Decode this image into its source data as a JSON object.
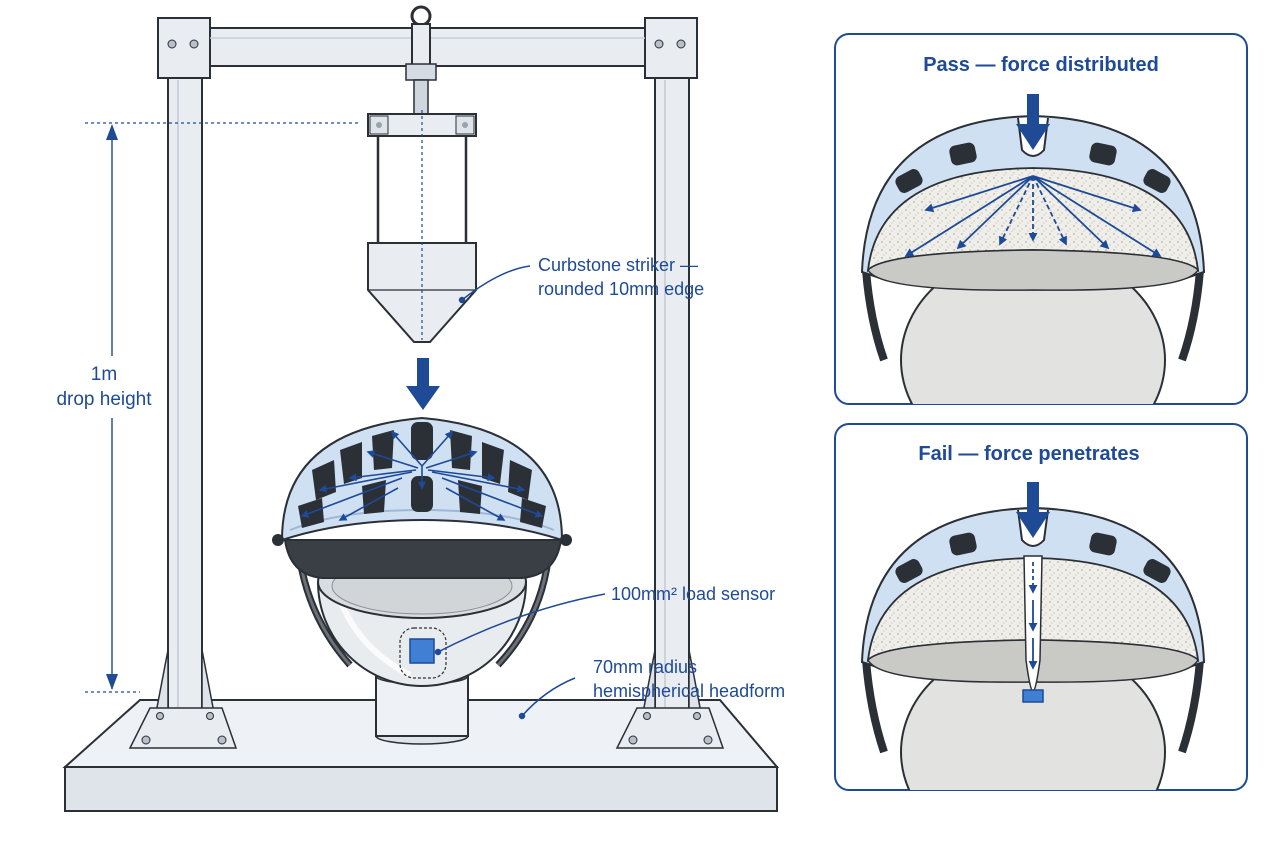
{
  "rig": {
    "striker_label_line1": "Curbstone striker —",
    "striker_label_line2": "rounded 10mm edge",
    "drop_label_line1": "1m",
    "drop_label_line2": "drop height",
    "sensor_label": "100mm² load sensor",
    "headform_label_line1": "70mm radius",
    "headform_label_line2": "hemispherical headform"
  },
  "panels": {
    "pass": {
      "title": "Pass — force distributed"
    },
    "fail": {
      "title": "Fail — force penetrates"
    }
  },
  "colors": {
    "accent": "#1e4a96",
    "helmet_shell": "#cfe0f3",
    "frame": "#e9edf2",
    "outline": "#2b2f36",
    "foam": "#ecebe6"
  }
}
